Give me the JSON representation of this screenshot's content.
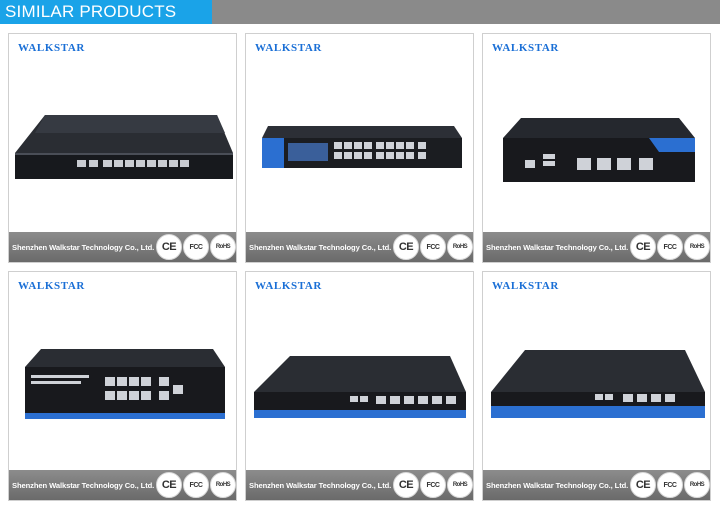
{
  "header": {
    "title": "SIMILAR PRODUCTS"
  },
  "products": [
    {
      "brand": "WALKSTAR",
      "company": "Shenzhen Walkstar Technology Co., Ltd.",
      "certs": [
        "CE",
        "FCC",
        "RoHS"
      ]
    },
    {
      "brand": "WALKSTAR",
      "company": "Shenzhen Walkstar Technology Co., Ltd.",
      "certs": [
        "CE",
        "FCC",
        "RoHS"
      ]
    },
    {
      "brand": "WALKSTAR",
      "company": "Shenzhen Walkstar Technology Co., Ltd.",
      "certs": [
        "CE",
        "FCC",
        "RoHS"
      ]
    },
    {
      "brand": "WALKSTAR",
      "company": "Shenzhen Walkstar Technology Co., Ltd.",
      "certs": [
        "CE",
        "FCC",
        "RoHS"
      ]
    },
    {
      "brand": "WALKSTAR",
      "company": "Shenzhen Walkstar Technology Co., Ltd.",
      "certs": [
        "CE",
        "FCC",
        "RoHS"
      ]
    },
    {
      "brand": "WALKSTAR",
      "company": "Shenzhen Walkstar Technology Co., Ltd.",
      "certs": [
        "CE",
        "FCC",
        "RoHS"
      ]
    }
  ],
  "icons": {
    "cert_ce": "ce-mark-icon",
    "cert_fcc": "fcc-mark-icon",
    "cert_rohs": "rohs-mark-icon"
  },
  "colors": {
    "accent": "#1aa3e8",
    "brand": "#1a6fd6",
    "header_gray": "#8a8a8a",
    "device_blue": "#2b6fd1",
    "device_body": "#1e1e22"
  }
}
